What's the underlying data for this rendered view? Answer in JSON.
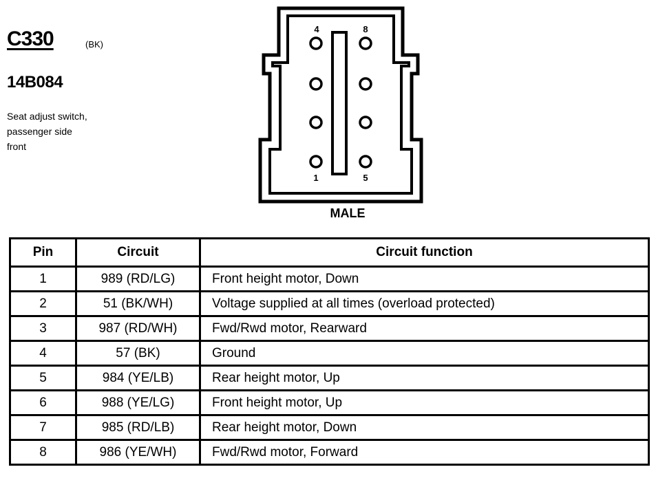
{
  "header": {
    "connector_id": "C330",
    "connector_color": "(BK)",
    "part_number": "14B084",
    "description_lines": [
      "Seat adjust switch,",
      "passenger side",
      "front"
    ]
  },
  "connector": {
    "pin_labels": {
      "top_left": "4",
      "top_right": "8",
      "bottom_left": "1",
      "bottom_right": "5"
    },
    "gender": "MALE"
  },
  "table": {
    "headers": {
      "pin": "Pin",
      "circuit": "Circuit",
      "function": "Circuit function"
    },
    "rows": [
      {
        "pin": "1",
        "circuit": "989 (RD/LG)",
        "function": "Front height motor, Down"
      },
      {
        "pin": "2",
        "circuit": "51 (BK/WH)",
        "function": "Voltage supplied at all times (overload protected)"
      },
      {
        "pin": "3",
        "circuit": "987 (RD/WH)",
        "function": "Fwd/Rwd motor, Rearward"
      },
      {
        "pin": "4",
        "circuit": "57 (BK)",
        "function": "Ground"
      },
      {
        "pin": "5",
        "circuit": "984 (YE/LB)",
        "function": "Rear height motor, Up"
      },
      {
        "pin": "6",
        "circuit": "988 (YE/LG)",
        "function": "Front height motor, Up"
      },
      {
        "pin": "7",
        "circuit": "985 (RD/LB)",
        "function": "Rear height motor, Down"
      },
      {
        "pin": "8",
        "circuit": "986 (YE/WH)",
        "function": "Fwd/Rwd motor, Forward"
      }
    ]
  }
}
